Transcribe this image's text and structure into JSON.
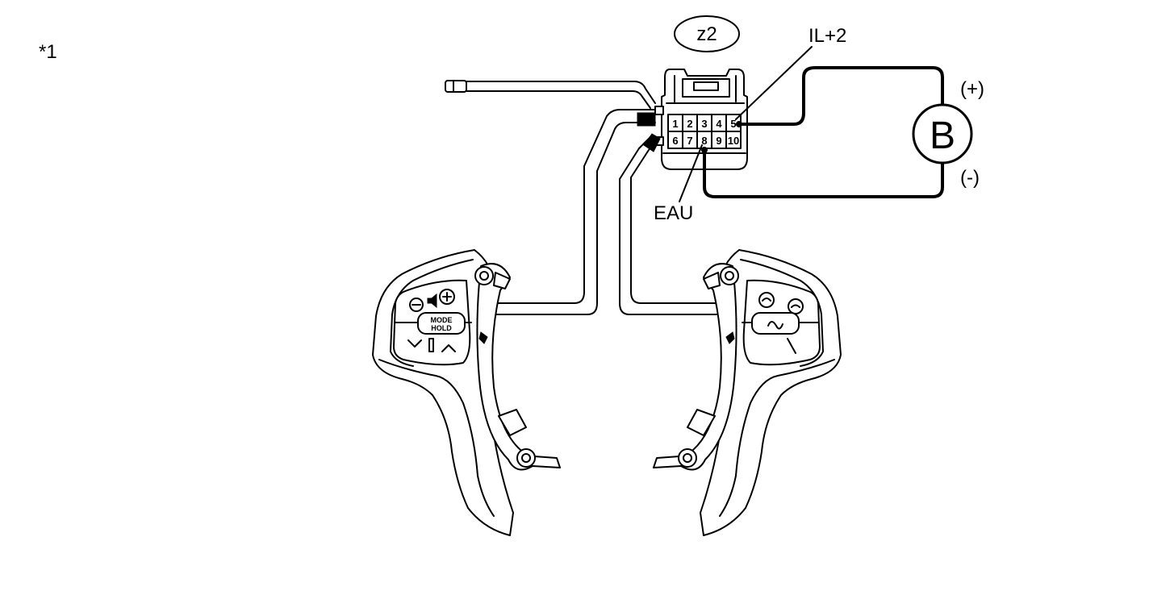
{
  "figure_ref": "*1",
  "connector": {
    "id": "z2",
    "pins_top": [
      "1",
      "2",
      "3",
      "4",
      "5"
    ],
    "pins_bottom": [
      "6",
      "7",
      "8",
      "9",
      "10"
    ]
  },
  "terminals": {
    "positive_pin_label": "IL+2",
    "negative_pin_label": "EAU"
  },
  "battery": {
    "symbol": "B",
    "positive": "(+)",
    "negative": "(-)"
  },
  "left_switch": {
    "mode_label_line1": "MODE",
    "mode_label_line2": "HOLD"
  }
}
